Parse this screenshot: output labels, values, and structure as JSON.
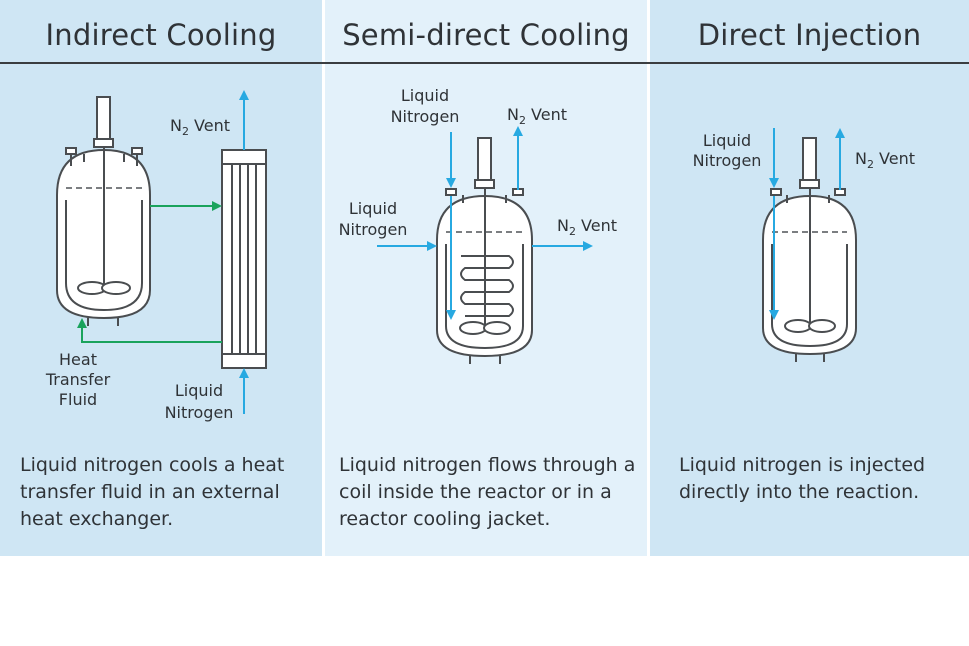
{
  "panels": {
    "indirect": {
      "title": "Indirect Cooling",
      "description": "Liquid nitrogen cools a heat transfer fluid in an external heat exchanger.",
      "labels": {
        "vent_n": "N",
        "vent_sub": "2",
        "vent_rest": " Vent",
        "htf_line1": "Heat",
        "htf_line2": "Transfer",
        "htf_line3": "Fluid",
        "ln_line1": "Liquid",
        "ln_line2": "Nitrogen"
      }
    },
    "semi": {
      "title": "Semi-direct Cooling",
      "description": "Liquid nitrogen flows through a coil inside the reactor or in a reactor cooling jacket.",
      "labels": {
        "ln_top_line1": "Liquid",
        "ln_top_line2": "Nitrogen",
        "vent_top_n": "N",
        "vent_top_sub": "2",
        "vent_top_rest": " Vent",
        "ln_side_line1": "Liquid",
        "ln_side_line2": "Nitrogen",
        "vent_side_n": "N",
        "vent_side_sub": "2",
        "vent_side_rest": " Vent"
      }
    },
    "direct": {
      "title": "Direct Injection",
      "description": "Liquid nitrogen is injected directly into the reaction.",
      "labels": {
        "ln_line1": "Liquid",
        "ln_line2": "Nitrogen",
        "vent_n": "N",
        "vent_sub": "2",
        "vent_rest": " Vent"
      }
    }
  },
  "colors": {
    "panel_dark": "#cfe6f4",
    "panel_light": "#e3f1fa",
    "nitrogen_arrow": "#27a9e1",
    "heat_transfer_arrow": "#1aa35c",
    "vessel_stroke": "#4a4d50",
    "text": "#2f3337"
  }
}
